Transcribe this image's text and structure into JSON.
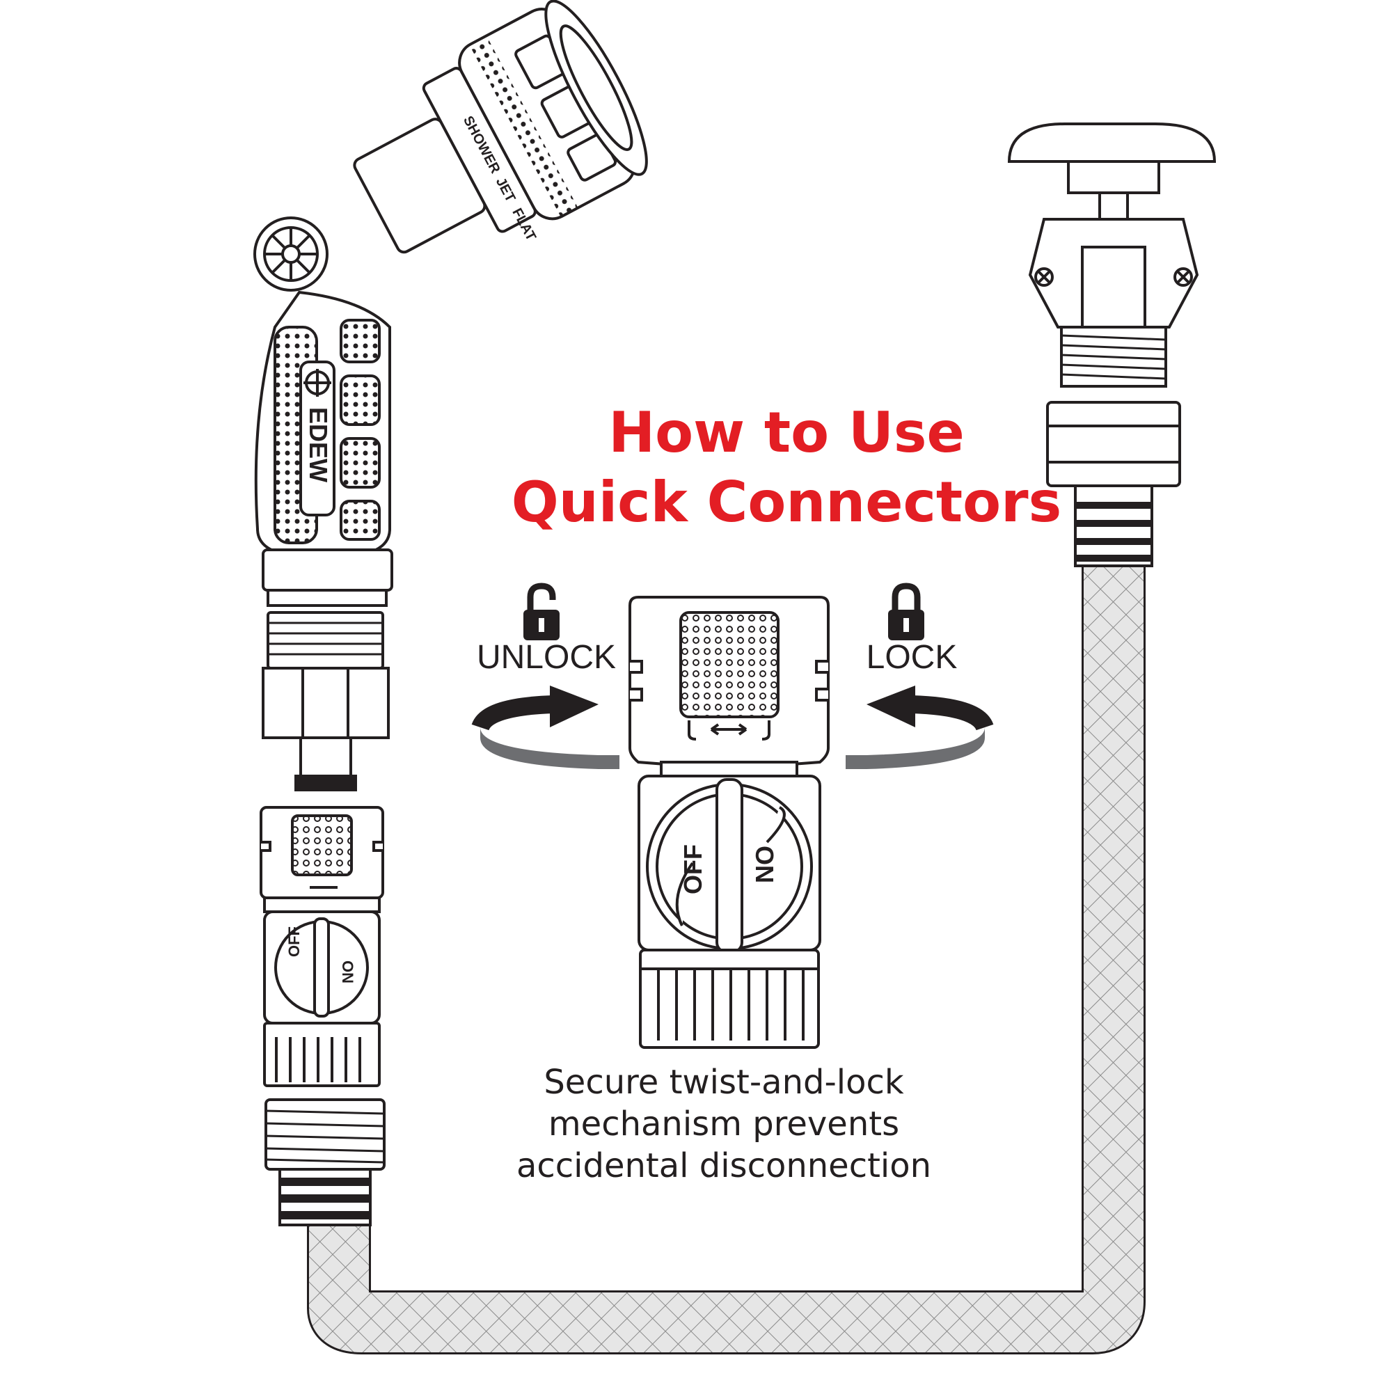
{
  "title": {
    "line1": "How to Use",
    "line2": "Quick Connectors"
  },
  "caption": {
    "line1": "Secure twist-and-lock",
    "line2": "mechanism prevents",
    "line3": "accidental disconnection"
  },
  "lock_controls": {
    "unlock_label": "UNLOCK",
    "lock_label": "LOCK"
  },
  "nozzle": {
    "brand": "EDEW",
    "pattern_labels": [
      "SHOWER",
      "JET",
      "FLAT"
    ]
  },
  "shutoff_valve": {
    "off_label": "OFF",
    "on_label": "ON"
  },
  "icons": [
    "unlocked-padlock-icon",
    "locked-padlock-icon",
    "twist-arrow-icon"
  ],
  "colors": {
    "title": "#e31e24",
    "text": "#231f20",
    "line": "#231f20",
    "arrow_band": "#6d6e71"
  }
}
